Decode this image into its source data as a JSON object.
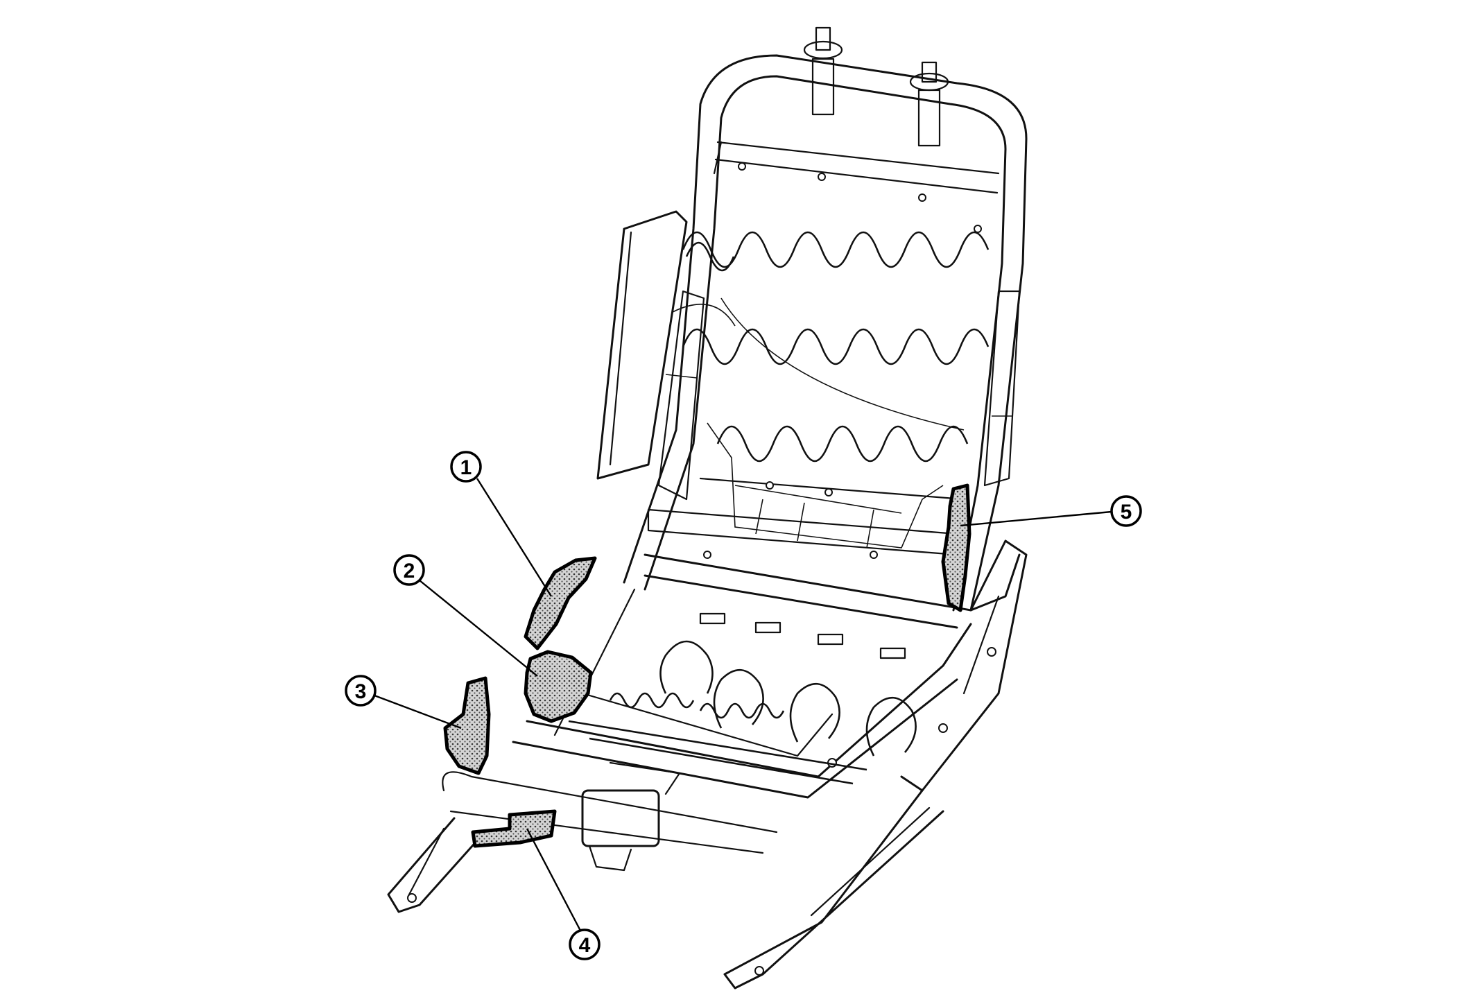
{
  "callouts": [
    {
      "id": "1",
      "label": "1"
    },
    {
      "id": "2",
      "label": "2"
    },
    {
      "id": "3",
      "label": "3"
    },
    {
      "id": "4",
      "label": "4"
    },
    {
      "id": "5",
      "label": "5"
    }
  ],
  "colors": {
    "line": "#111111",
    "background": "#ffffff",
    "highlight_fill": "stippled gray"
  }
}
